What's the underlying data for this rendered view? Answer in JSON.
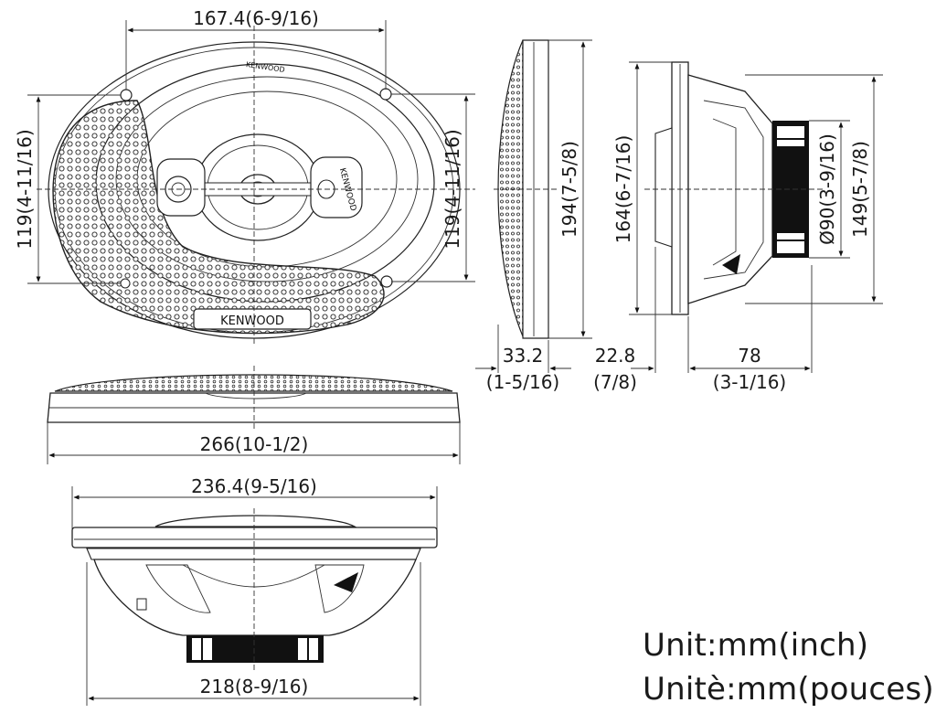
{
  "dimensions": {
    "front_width": "167.4(6-9/16)",
    "front_height_left": "119(4-11/16)",
    "front_height_right": "119(4-11/16)",
    "side_height": "194(7-5/8)",
    "grille_depth_mm": "33.2",
    "grille_depth_in": "(1-5/16)",
    "flange_depth_mm": "22.8",
    "flange_depth_in": "(7/8)",
    "basket_depth_mm": "78",
    "basket_depth_in": "(3-1/16)",
    "cutout_height": "164(6-7/16)",
    "magnet_diameter": "Ø90(3-9/16)",
    "basket_height": "149(5-7/8)",
    "overall_width": "266(10-1/2)",
    "bottom_top_width": "236.4(9-5/16)",
    "bottom_base_width": "218(8-9/16)"
  },
  "brand": {
    "logo_front": "KENWOOD",
    "logo_tweeter": "KENWOOD",
    "logo_small": "KENWOOD"
  },
  "units": {
    "english": "Unit:mm(inch)",
    "french": "Unitè:mm(pouces)"
  }
}
